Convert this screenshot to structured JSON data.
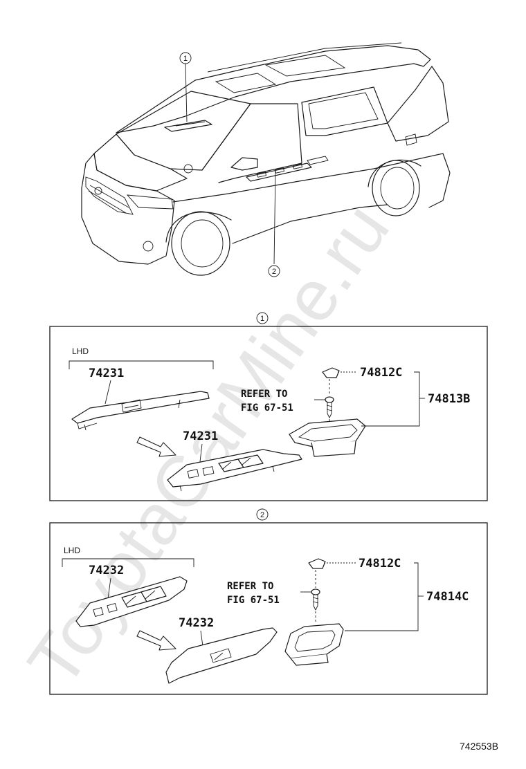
{
  "watermark": "ToyotaCarMine.ru",
  "callouts": {
    "upper": "1",
    "lower": "2"
  },
  "section1": {
    "marker": "1",
    "drive_label": "LHD",
    "part_switch_top": "74231",
    "part_switch_assembled": "74231",
    "refer_line1": "REFER TO",
    "refer_line2": "FIG 67-51",
    "part_cap": "74812C",
    "part_bezel_assy": "74813B"
  },
  "section2": {
    "marker": "2",
    "drive_label": "LHD",
    "part_switch_top": "74232",
    "part_switch_assembled": "74232",
    "refer_line1": "REFER TO",
    "refer_line2": "FIG 67-51",
    "part_cap": "74812C",
    "part_bezel_assy": "74814C"
  },
  "figure_code": "742553B"
}
